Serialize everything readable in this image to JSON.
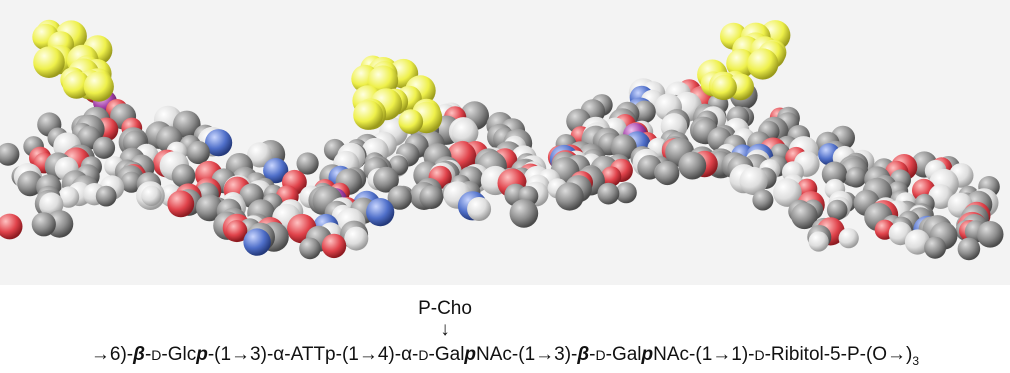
{
  "figure": {
    "atom_colors": {
      "carbon": "#8c8c8c",
      "oxygen": "#e0434b",
      "nitrogen": "#4f6fc9",
      "phosphorus": "#a341a8",
      "choline": "#eef04a",
      "hydrogen": "#e9e9e9"
    },
    "substituent": "P-Cho",
    "branch_arrow": "↓",
    "formula": {
      "t1": "→6)-",
      "beta1": "β",
      "t2": "-",
      "d1": "D",
      "t3": "-Glc",
      "p1": "p",
      "t4": "-(1→3)-α-ATTp-(1→4)-α-",
      "d2": "D",
      "t5": "-Gal",
      "p2": "p",
      "t6": "NAc-(1→3)-",
      "beta2": "β",
      "t7": "-",
      "d3": "D",
      "t8": "-Gal",
      "p3": "p",
      "t9": "NAc-(1→1)-",
      "d4": "D",
      "t10": "-Ribitol-5-P-(O→)",
      "repeat": "3"
    }
  }
}
